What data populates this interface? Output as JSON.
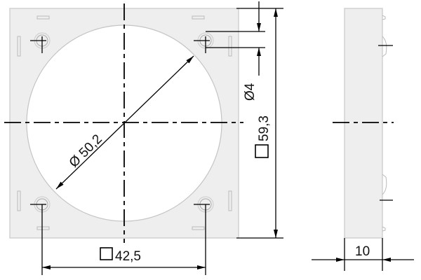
{
  "drawing": {
    "title": "Square mounting plate with round opening",
    "dimensions": {
      "opening_diameter": "Ø 50,2",
      "hole_diameter": "Ø4",
      "outer_square": "59,3",
      "hole_spacing_square": "42,5",
      "thickness": "10"
    },
    "colors": {
      "plate_fill": "#eeeeee",
      "plate_edge": "#c8c8c8",
      "lines": "#000000"
    }
  }
}
